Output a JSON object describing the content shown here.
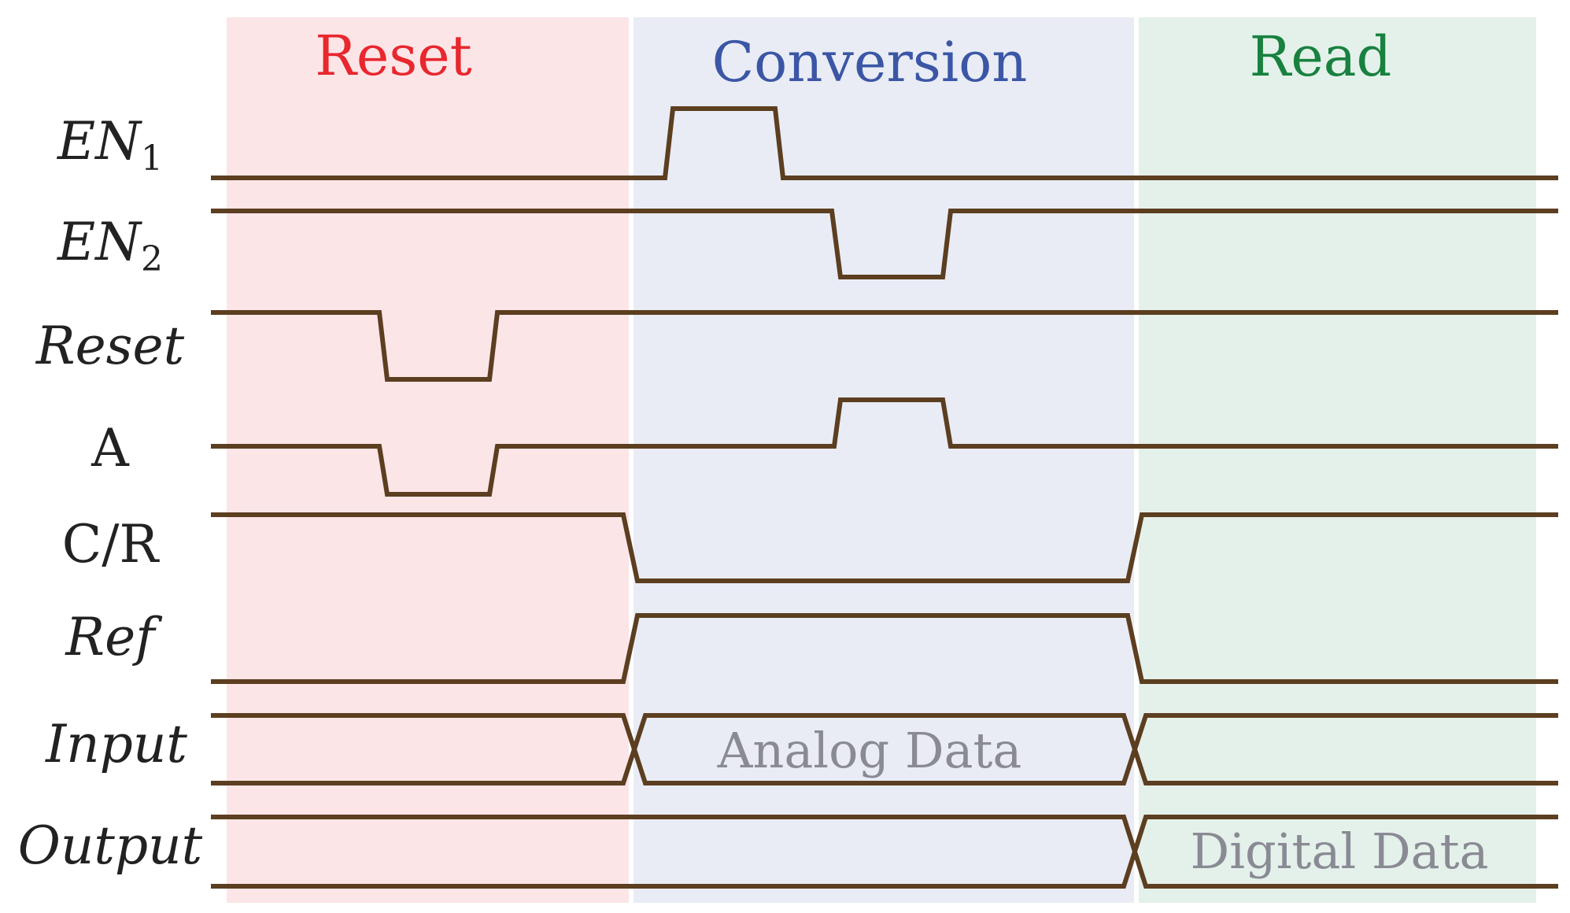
{
  "phases": [
    {
      "label": "Reset",
      "color": "#e8272e",
      "bg": "#fce5e7"
    },
    {
      "label": "Conversion",
      "color": "#3b56a5",
      "bg": "#e9ecf5"
    },
    {
      "label": "Read",
      "color": "#18813f",
      "bg": "#e4f1ea"
    }
  ],
  "signals": [
    {
      "base": "EN",
      "sub": "1",
      "italic": true
    },
    {
      "base": "EN",
      "sub": "2",
      "italic": true
    },
    {
      "base": "Reset",
      "italic": true
    },
    {
      "base": "A",
      "italic": false
    },
    {
      "base": "C/R",
      "italic": false
    },
    {
      "base": "Ref",
      "italic": true
    },
    {
      "base": "Input",
      "italic": true
    },
    {
      "base": "Output",
      "italic": true
    }
  ],
  "data_labels": {
    "input": "Analog Data",
    "output": "Digital Data"
  },
  "colors": {
    "waveform": "#5c3e20",
    "data_text": "#8a8a94"
  }
}
